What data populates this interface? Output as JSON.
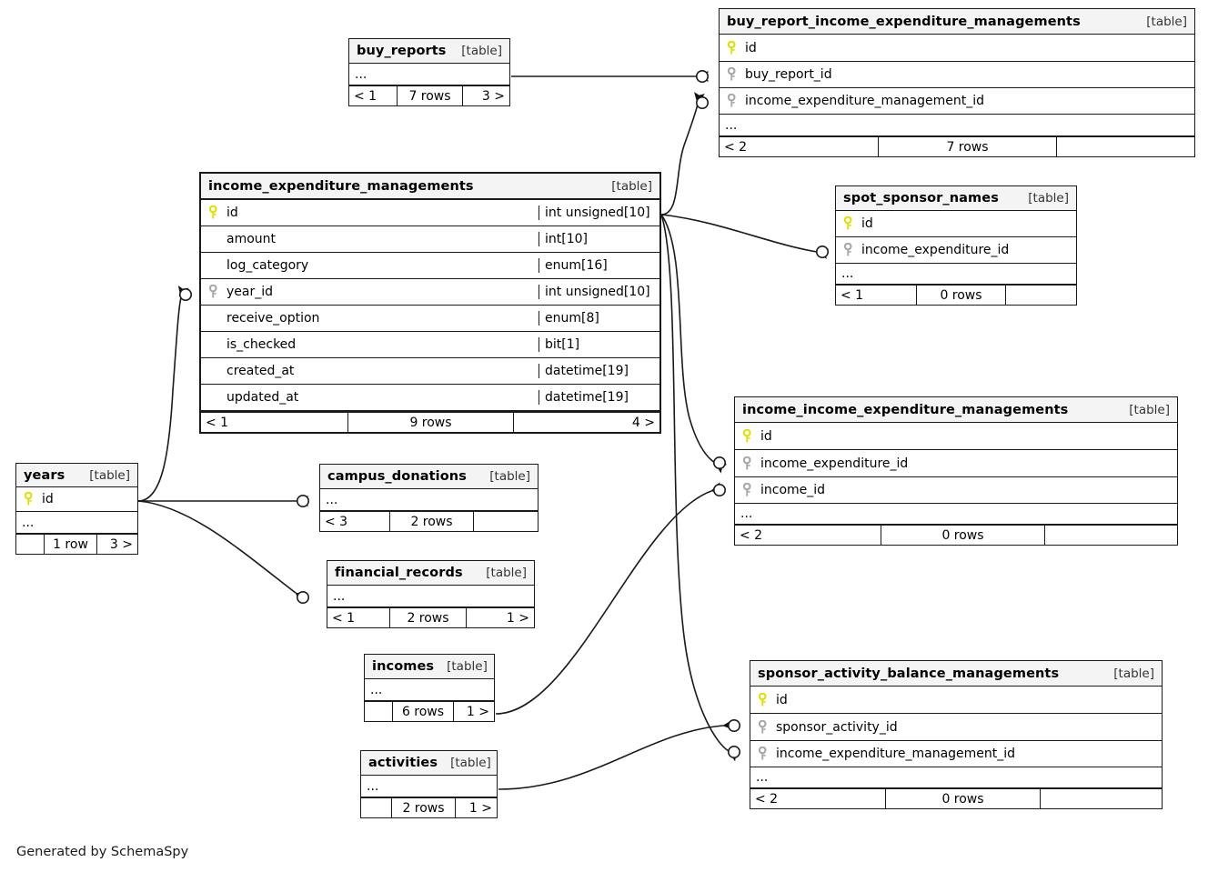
{
  "diagram": {
    "generator_note": "Generated by SchemaSpy",
    "table_tag": "[table]",
    "ellipsis": "...",
    "colors": {
      "pk_key": "#e8e800",
      "fk_key": "#a8a8a8",
      "line": "#1a1a1a",
      "header_bg": "#f4f4f4"
    }
  },
  "tables": [
    {
      "id": "buy_reports",
      "name": "buy_reports",
      "tag": "[table]",
      "columns": [],
      "has_ellipsis": true,
      "footer": {
        "left": "< 1",
        "center": "7 rows",
        "right": "3 >"
      }
    },
    {
      "id": "buy_report_income_expenditure_managements",
      "name": "buy_report_income_expenditure_managements",
      "tag": "[table]",
      "columns": [
        {
          "key": "pk",
          "name": "id",
          "type": ""
        },
        {
          "key": "fk",
          "name": "buy_report_id",
          "type": ""
        },
        {
          "key": "fk",
          "name": "income_expenditure_management_id",
          "type": ""
        }
      ],
      "has_ellipsis": true,
      "footer": {
        "left": "< 2",
        "center": "7 rows",
        "right": ""
      }
    },
    {
      "id": "income_expenditure_managements",
      "name": "income_expenditure_managements",
      "tag": "[table]",
      "columns": [
        {
          "key": "pk",
          "name": "id",
          "type": "int unsigned[10]"
        },
        {
          "key": "none",
          "name": "amount",
          "type": "int[10]"
        },
        {
          "key": "none",
          "name": "log_category",
          "type": "enum[16]"
        },
        {
          "key": "fk",
          "name": "year_id",
          "type": "int unsigned[10]"
        },
        {
          "key": "none",
          "name": "receive_option",
          "type": "enum[8]"
        },
        {
          "key": "none",
          "name": "is_checked",
          "type": "bit[1]"
        },
        {
          "key": "none",
          "name": "created_at",
          "type": "datetime[19]"
        },
        {
          "key": "none",
          "name": "updated_at",
          "type": "datetime[19]"
        }
      ],
      "has_ellipsis": false,
      "footer": {
        "left": "< 1",
        "center": "9 rows",
        "right": "4 >"
      }
    },
    {
      "id": "spot_sponsor_names",
      "name": "spot_sponsor_names",
      "tag": "[table]",
      "columns": [
        {
          "key": "pk",
          "name": "id",
          "type": ""
        },
        {
          "key": "fk",
          "name": "income_expenditure_id",
          "type": ""
        }
      ],
      "has_ellipsis": true,
      "footer": {
        "left": "< 1",
        "center": "0 rows",
        "right": ""
      }
    },
    {
      "id": "income_income_expenditure_managements",
      "name": "income_income_expenditure_managements",
      "tag": "[table]",
      "columns": [
        {
          "key": "pk",
          "name": "id",
          "type": ""
        },
        {
          "key": "fk",
          "name": "income_expenditure_id",
          "type": ""
        },
        {
          "key": "fk",
          "name": "income_id",
          "type": ""
        }
      ],
      "has_ellipsis": true,
      "footer": {
        "left": "< 2",
        "center": "0 rows",
        "right": ""
      }
    },
    {
      "id": "sponsor_activity_balance_managements",
      "name": "sponsor_activity_balance_managements",
      "tag": "[table]",
      "columns": [
        {
          "key": "pk",
          "name": "id",
          "type": ""
        },
        {
          "key": "fk",
          "name": "sponsor_activity_id",
          "type": ""
        },
        {
          "key": "fk",
          "name": "income_expenditure_management_id",
          "type": ""
        }
      ],
      "has_ellipsis": true,
      "footer": {
        "left": "< 2",
        "center": "0 rows",
        "right": ""
      }
    },
    {
      "id": "years",
      "name": "years",
      "tag": "[table]",
      "columns": [
        {
          "key": "pk",
          "name": "id",
          "type": ""
        }
      ],
      "has_ellipsis": true,
      "footer": {
        "left": "",
        "center": "1 row",
        "right": "3 >"
      }
    },
    {
      "id": "campus_donations",
      "name": "campus_donations",
      "tag": "[table]",
      "columns": [],
      "has_ellipsis": true,
      "footer": {
        "left": "< 3",
        "center": "2 rows",
        "right": ""
      }
    },
    {
      "id": "financial_records",
      "name": "financial_records",
      "tag": "[table]",
      "columns": [],
      "has_ellipsis": true,
      "footer": {
        "left": "< 1",
        "center": "2 rows",
        "right": "1 >"
      }
    },
    {
      "id": "incomes",
      "name": "incomes",
      "tag": "[table]",
      "columns": [],
      "has_ellipsis": true,
      "footer": {
        "left": "",
        "center": "6 rows",
        "right": "1 >"
      }
    },
    {
      "id": "activities",
      "name": "activities",
      "tag": "[table]",
      "columns": [],
      "has_ellipsis": true,
      "footer": {
        "left": "",
        "center": "2 rows",
        "right": "1 >"
      }
    }
  ],
  "relationships": [
    {
      "from": "buy_reports",
      "to": "buy_report_income_expenditure_managements.buy_report_id"
    },
    {
      "from": "income_expenditure_managements.id",
      "to": "buy_report_income_expenditure_managements.income_expenditure_management_id"
    },
    {
      "from": "income_expenditure_managements.id",
      "to": "spot_sponsor_names.income_expenditure_id"
    },
    {
      "from": "income_expenditure_managements.id",
      "to": "income_income_expenditure_managements.income_expenditure_id"
    },
    {
      "from": "income_expenditure_managements.id",
      "to": "sponsor_activity_balance_managements.income_expenditure_management_id"
    },
    {
      "from": "years.id",
      "to": "income_expenditure_managements.year_id"
    },
    {
      "from": "years.id",
      "to": "campus_donations"
    },
    {
      "from": "years.id",
      "to": "financial_records"
    },
    {
      "from": "incomes",
      "to": "income_income_expenditure_managements.income_id"
    },
    {
      "from": "activities",
      "to": "sponsor_activity_balance_managements.sponsor_activity_id"
    }
  ]
}
